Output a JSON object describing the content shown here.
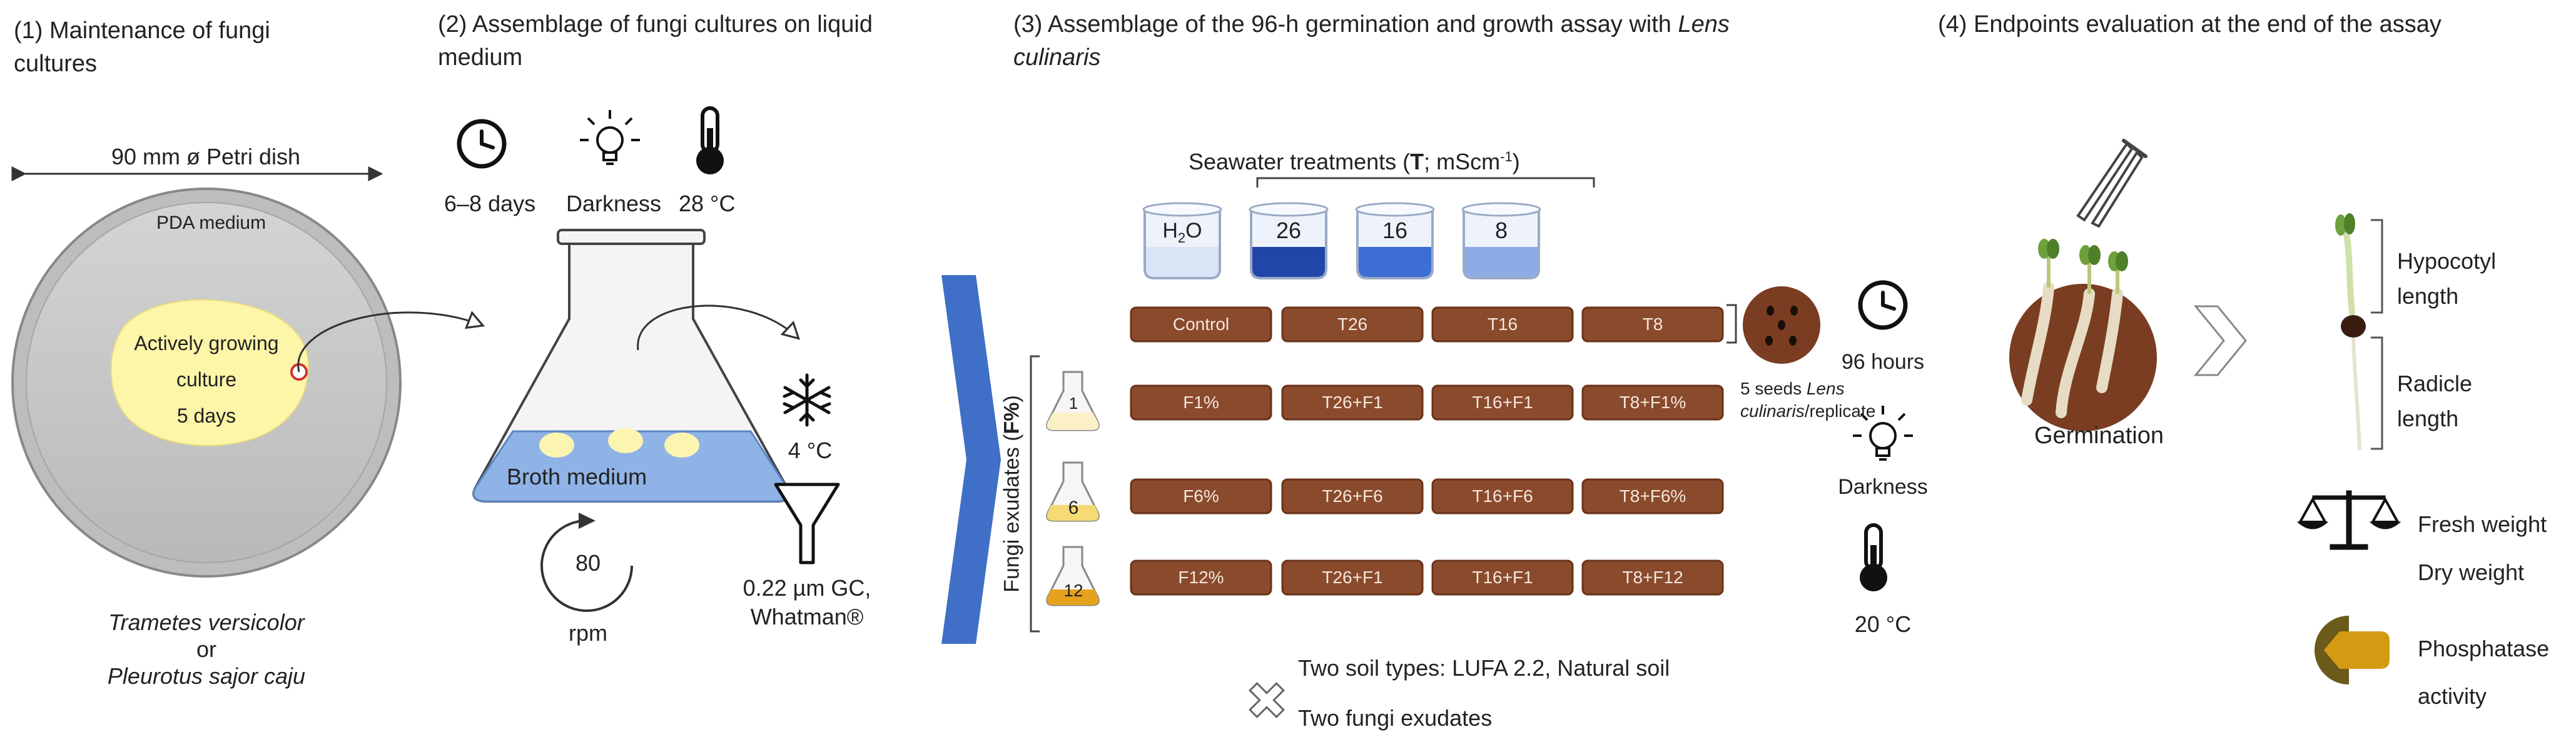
{
  "steps": {
    "s1": {
      "line1": "(1) Maintenance of fungi",
      "line2": "cultures"
    },
    "s2": {
      "line1": "(2) Assemblage of fungi cultures on liquid",
      "line2": "medium"
    },
    "s3": {
      "line1a": "(3) Assemblage of the 96-h germination and growth assay with ",
      "line1b": "Lens",
      "line2": "culinaris"
    },
    "s4": {
      "line1": "(4) Endpoints evaluation at the end of the assay"
    }
  },
  "panel1": {
    "petri_label": "90 mm ø Petri dish",
    "medium": "PDA medium",
    "culture": [
      "Actively growing",
      "culture",
      "5 days"
    ],
    "species1": "Trametes versicolor",
    "or": "or",
    "species2": "Pleurotus sajor caju"
  },
  "panel2": {
    "time": "6–8 days",
    "light": "Darkness",
    "temp": "28 °C",
    "broth": "Broth medium",
    "rpm_value": "80",
    "rpm_unit": "rpm",
    "cold": "4 °C",
    "filter": [
      "0.22 µm GC,",
      "Whatman®"
    ]
  },
  "panel3": {
    "seawater": {
      "pre": "Seawater treatments (",
      "bold": "T",
      "post": "; mScm",
      "sup": "-1",
      "end": ")"
    },
    "beakers": [
      "H2O",
      "26",
      "16",
      "8"
    ],
    "rows": [
      [
        "Control",
        "T26",
        "T16",
        "T8"
      ],
      [
        "F1%",
        "T26+F1",
        "T16+F1",
        "T8+F1%"
      ],
      [
        "F6%",
        "T26+F6",
        "T16+F6",
        "T8+F6%"
      ],
      [
        "F12%",
        "T26+F1",
        "T16+F1",
        "T8+F12"
      ]
    ],
    "flasks": [
      "1",
      "6",
      "12"
    ],
    "fungi_label": {
      "pre": "Fungi exudates (",
      "bold": "F%",
      "end": ")"
    },
    "seeds": {
      "pre": "5 seeds ",
      "ital1": "Lens",
      "ital2": "culinaris",
      "post": "/replicate"
    },
    "soils": "Two soil types: LUFA 2.2, Natural soil",
    "exudates": "Two fungi exudates",
    "hours": "96 hours",
    "dark": "Darkness",
    "temp": "20 °C"
  },
  "panel4": {
    "germination": "Germination",
    "hypocotyl": [
      "Hypocotyl",
      "length"
    ],
    "radicle": [
      "Radicle",
      "length"
    ],
    "fresh": "Fresh weight",
    "dry": "Dry weight",
    "phosphatase": [
      "Phosphatase",
      "activity"
    ]
  }
}
